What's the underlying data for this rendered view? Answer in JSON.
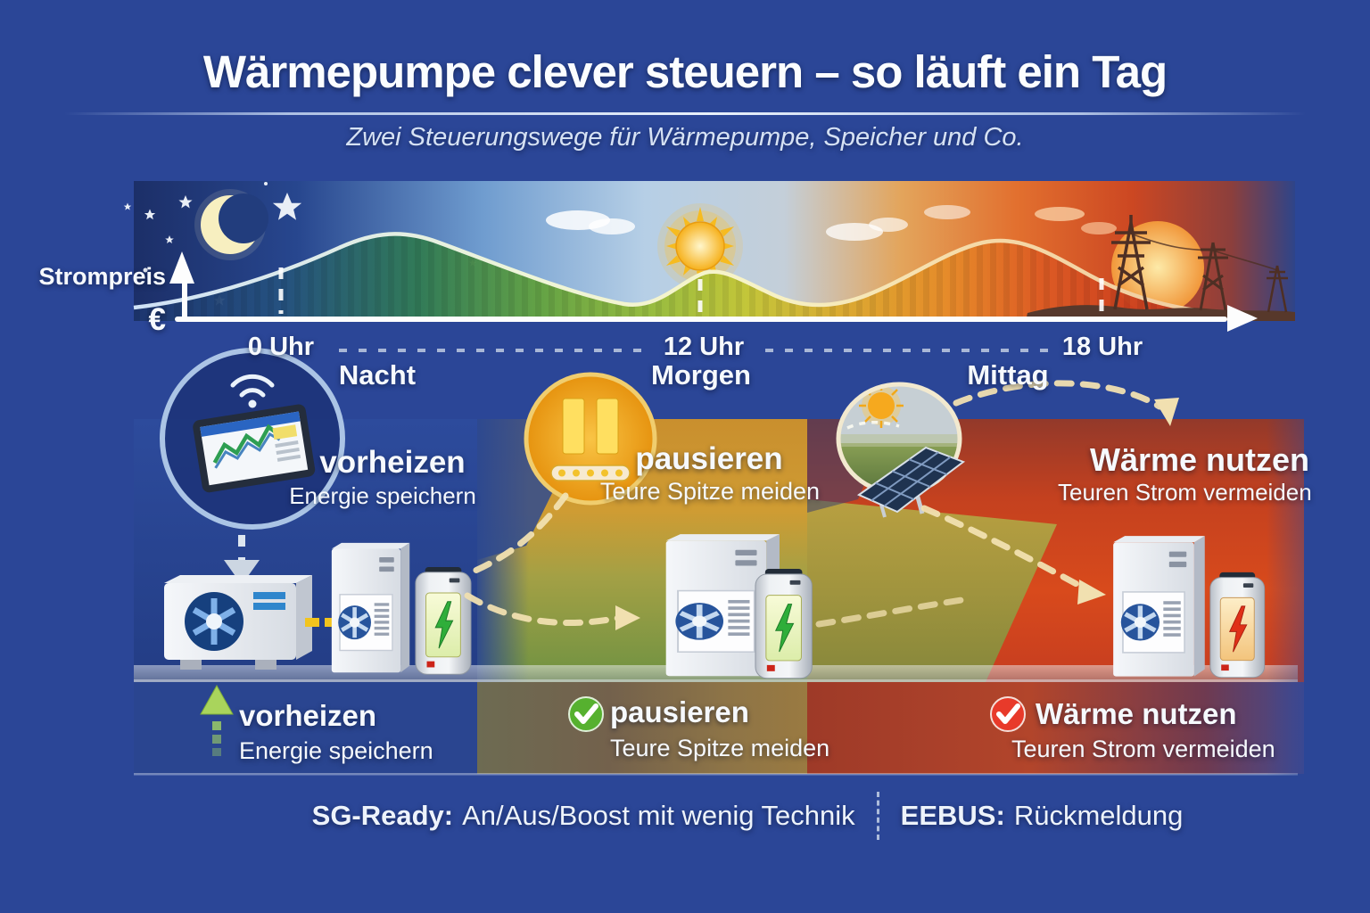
{
  "title": "Wärmepumpe clever steuern – so läuft ein Tag",
  "subtitle": "Zwei Steuerungswege für Wärmepumpe, Speicher und Co.",
  "chart": {
    "y_axis_label": "Strompreis",
    "y_axis_unit": "€",
    "ticks": [
      "0 Uhr",
      "12 Uhr",
      "18 Uhr"
    ],
    "phases": [
      "Nacht",
      "Morgen",
      "Mittag"
    ]
  },
  "panels": [
    {
      "phase": "Nacht",
      "title": "vorheizen",
      "subtitle": "Energie speichern",
      "icon": "tablet-wifi-icon"
    },
    {
      "phase": "Morgen",
      "title": "pausieren",
      "subtitle": "Teure Spitze meiden",
      "icon": "pause-icon"
    },
    {
      "phase": "Mittag",
      "title": "Wärme nutzen",
      "subtitle": "Teuren Strom vermeiden",
      "icon": "solar-panel-icon"
    }
  ],
  "summary": [
    {
      "title": "vorheizen",
      "subtitle": "Energie speichern",
      "marker": "up-arrow-icon",
      "marker_color": "#a9d45c"
    },
    {
      "title": "pausieren",
      "subtitle": "Teure Spitze meiden",
      "marker": "check-icon",
      "marker_color": "#56b12f"
    },
    {
      "title": "Wärme nutzen",
      "subtitle": "Teuren Strom vermeiden",
      "marker": "check-icon",
      "marker_color": "#e83a2a"
    }
  ],
  "footer": {
    "sg_label": "SG-Ready:",
    "sg_text": "An/Aus/Boost mit wenig Technik",
    "eebus_label": "EEBUS:",
    "eebus_text": "Rückmeldung"
  },
  "colors": {
    "background": "#2b4697",
    "panel_night": "#2a4690",
    "panel_morning": "#c89a33",
    "panel_midday": "#d04520",
    "pause_orange": "#efa312",
    "bolt_green": "#2fae3a",
    "bolt_red": "#e03018",
    "check_green": "#56b12f",
    "check_red": "#e83a2a"
  }
}
